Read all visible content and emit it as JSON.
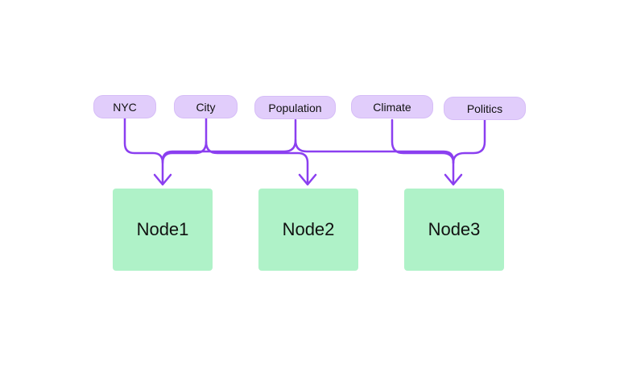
{
  "tags": [
    "NYC",
    "City",
    "Population",
    "Climate",
    "Politics"
  ],
  "nodes": [
    "Node1",
    "Node2",
    "Node3"
  ],
  "colors": {
    "tag_fill": "#e1cdfb",
    "node_fill": "#aff2c8",
    "connector": "#8b3ff0"
  }
}
